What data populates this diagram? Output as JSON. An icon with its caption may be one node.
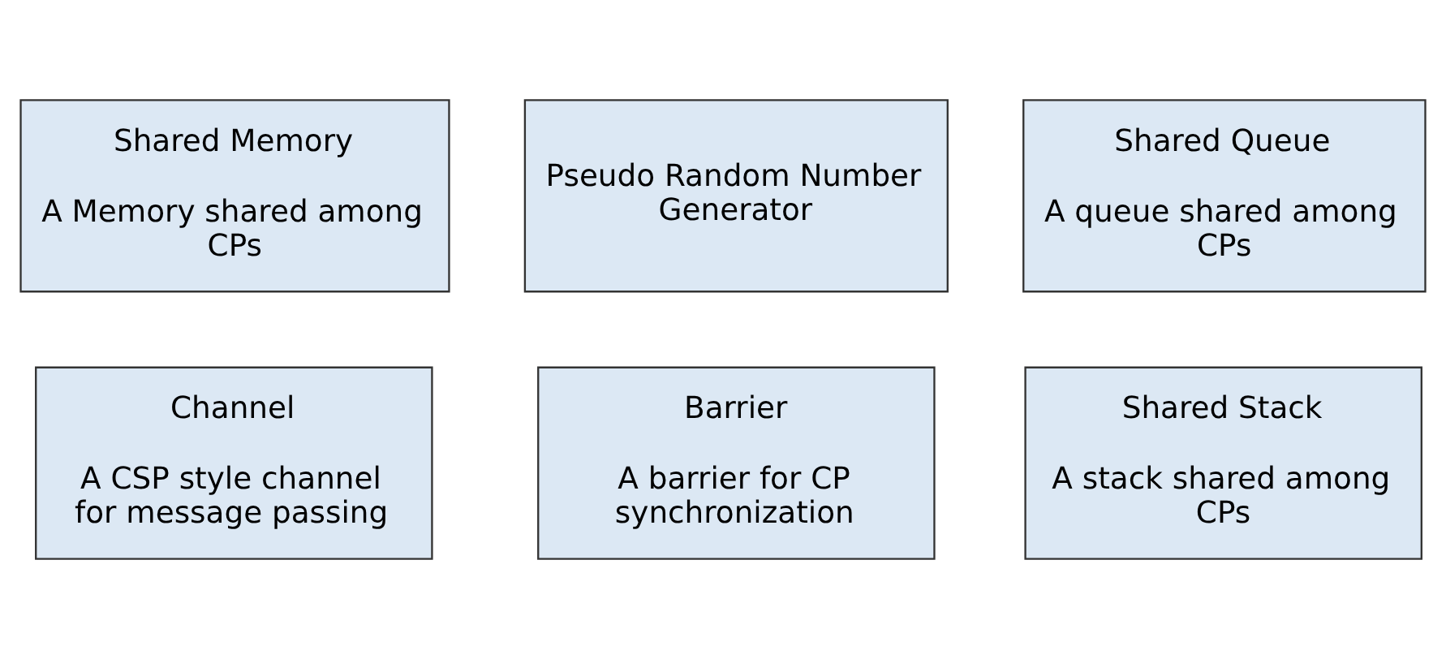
{
  "diagram": {
    "nodes": [
      {
        "text": [
          "Shared Memory",
          "A Memory shared among CPs"
        ]
      },
      {
        "text": [
          "Channel",
          "A CSP style channel for message passing"
        ]
      },
      {
        "text": [
          "Barrier",
          "A barrier for CP synchronization"
        ]
      },
      {
        "text": [
          "Shared Stack",
          "A stack shared among CPs"
        ]
      },
      {
        "text": [
          "Shared Queue",
          "A queue shared among CPs"
        ]
      },
      {
        "text": [
          "Pseudo Random Number Generator"
        ]
      }
    ],
    "edges": []
  }
}
